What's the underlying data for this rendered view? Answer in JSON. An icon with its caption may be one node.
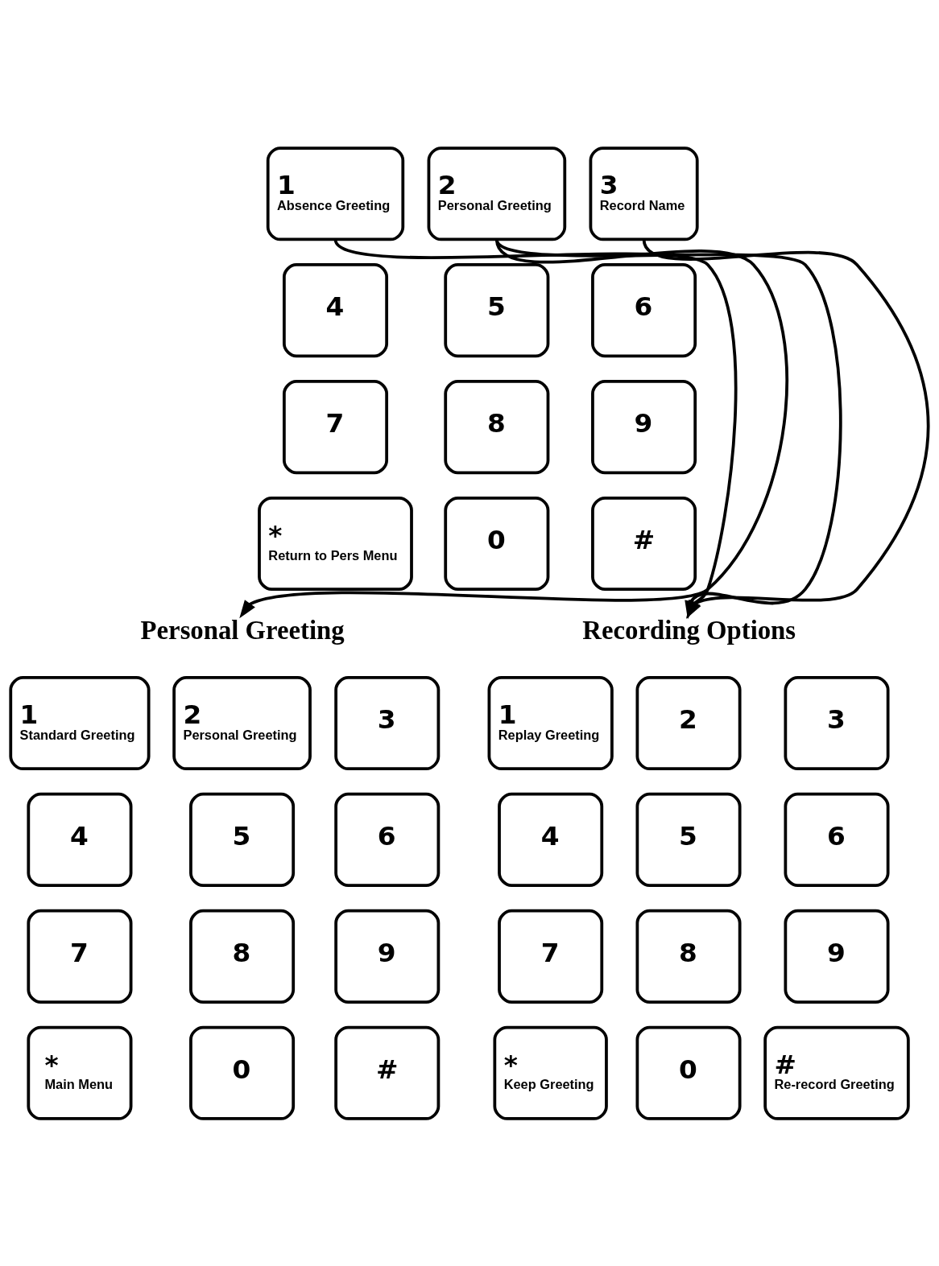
{
  "diagram": {
    "nodes": [
      {
        "text": [
          "1",
          "Absence Greeting"
        ]
      },
      {
        "text": [
          "2",
          "Personal Greeting"
        ]
      },
      {
        "text": [
          "3",
          "Record Name"
        ]
      },
      {
        "text": [
          "4"
        ]
      },
      {
        "text": [
          "5"
        ]
      },
      {
        "text": [
          "6"
        ]
      },
      {
        "text": [
          "7"
        ]
      },
      {
        "text": [
          "8"
        ]
      },
      {
        "text": [
          "9"
        ]
      },
      {
        "text": [
          "*",
          "Return to Pers Menu"
        ]
      },
      {
        "text": [
          "0"
        ]
      },
      {
        "text": [
          "#"
        ]
      },
      {
        "text": [
          "Personal Greeting"
        ]
      },
      {
        "text": [
          "Recording Options"
        ]
      },
      {
        "text": [
          "1",
          "Standard Greeting"
        ]
      },
      {
        "text": [
          "2",
          "Personal Greeting"
        ]
      },
      {
        "text": [
          "3"
        ]
      },
      {
        "text": [
          "4"
        ]
      },
      {
        "text": [
          "5"
        ]
      },
      {
        "text": [
          "6"
        ]
      },
      {
        "text": [
          "7"
        ]
      },
      {
        "text": [
          "8"
        ]
      },
      {
        "text": [
          "9"
        ]
      },
      {
        "text": [
          "*",
          "Main Menu"
        ]
      },
      {
        "text": [
          "0"
        ]
      },
      {
        "text": [
          "#"
        ]
      },
      {
        "text": [
          "1",
          "Replay Greeting"
        ]
      },
      {
        "text": [
          "2"
        ]
      },
      {
        "text": [
          "3"
        ]
      },
      {
        "text": [
          "4"
        ]
      },
      {
        "text": [
          "5"
        ]
      },
      {
        "text": [
          "6"
        ]
      },
      {
        "text": [
          "7"
        ]
      },
      {
        "text": [
          "8"
        ]
      },
      {
        "text": [
          "9"
        ]
      },
      {
        "text": [
          "*",
          "Keep Greeting"
        ]
      },
      {
        "text": [
          "0"
        ]
      },
      {
        "text": [
          "#",
          "Re-record Greeting"
        ]
      }
    ],
    "edges": [
      {
        "from": 1,
        "to": 12,
        "arrow": "to"
      },
      {
        "from": 0,
        "to": 13,
        "arrow": "to"
      },
      {
        "from": 1,
        "to": 13,
        "arrow": "to"
      },
      {
        "from": 2,
        "to": 13,
        "arrow": "to"
      }
    ]
  }
}
